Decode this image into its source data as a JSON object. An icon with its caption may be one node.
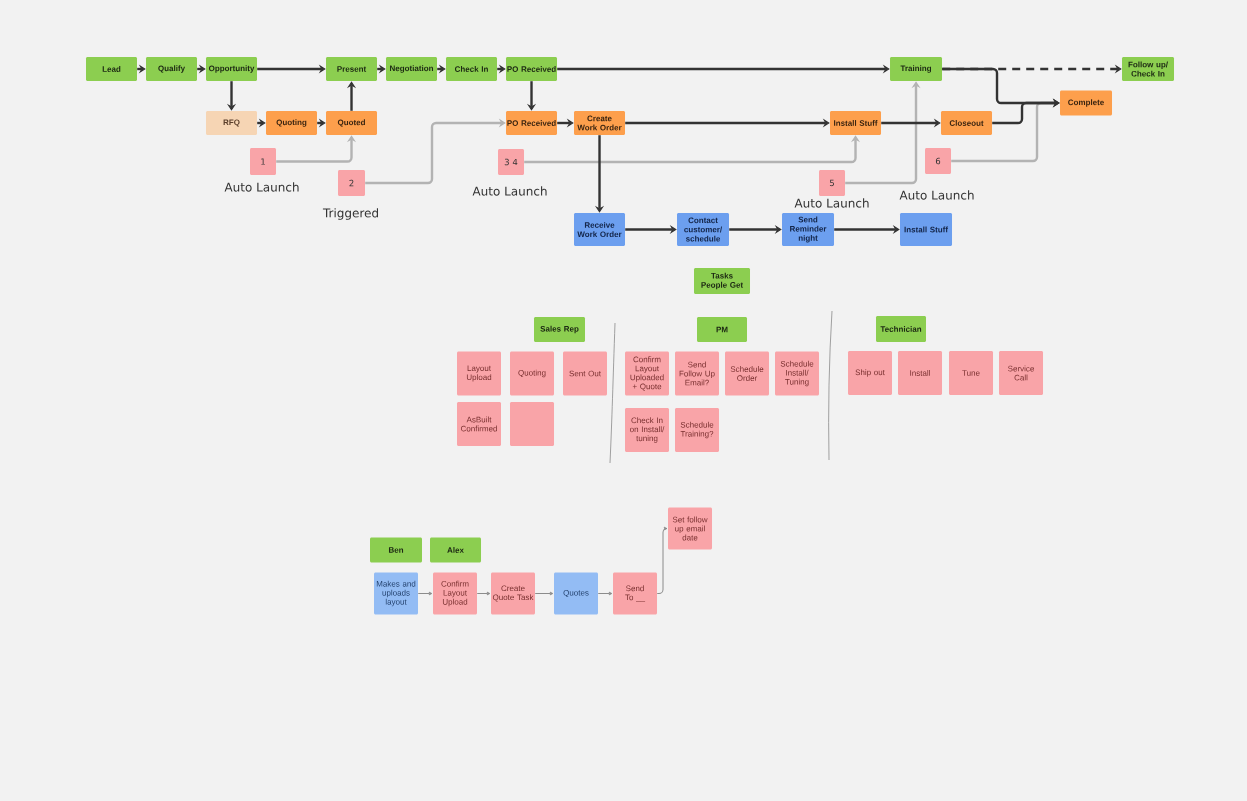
{
  "diagram": {
    "nodes": [
      {
        "text": [
          "Lead"
        ]
      },
      {
        "text": [
          "Qualify"
        ]
      },
      {
        "text": [
          "Opportunity"
        ]
      },
      {
        "text": [
          "Present"
        ]
      },
      {
        "text": [
          "Negotiation"
        ]
      },
      {
        "text": [
          "Check In"
        ]
      },
      {
        "text": [
          "PO Received"
        ]
      },
      {
        "text": [
          "Training"
        ]
      },
      {
        "text": [
          "Follow up/ Check In"
        ]
      },
      {
        "text": [
          "RFQ"
        ]
      },
      {
        "text": [
          "Quoting"
        ]
      },
      {
        "text": [
          "Quoted"
        ]
      },
      {
        "text": [
          "PO Received"
        ]
      },
      {
        "text": [
          "Create Work Order"
        ]
      },
      {
        "text": [
          "Install Stuff"
        ]
      },
      {
        "text": [
          "Closeout"
        ]
      },
      {
        "text": [
          "Complete"
        ]
      },
      {
        "text": [
          "1"
        ],
        "beside": [
          "Auto Launch"
        ]
      },
      {
        "text": [
          "2"
        ],
        "beside": [
          "Triggered"
        ]
      },
      {
        "text": [
          "3 4"
        ],
        "beside": [
          "Auto Launch"
        ]
      },
      {
        "text": [
          "5"
        ],
        "beside": [
          "Auto Launch"
        ]
      },
      {
        "text": [
          "6"
        ],
        "beside": [
          "Auto Launch"
        ]
      },
      {
        "text": [
          "Receive Work Order"
        ]
      },
      {
        "text": [
          "Contact customer/ schedule"
        ]
      },
      {
        "text": [
          "Send Reminder night"
        ]
      },
      {
        "text": [
          "Install Stuff"
        ]
      },
      {
        "text": [
          "Tasks People Get"
        ]
      },
      {
        "text": [
          "Sales Rep"
        ]
      },
      {
        "text": [
          "PM"
        ]
      },
      {
        "text": [
          "Technician"
        ]
      },
      {
        "text": [
          "Layout Upload"
        ]
      },
      {
        "text": [
          "Quoting"
        ]
      },
      {
        "text": [
          "Sent Out"
        ]
      },
      {
        "text": [
          "AsBuilt Confirmed"
        ]
      },
      {
        "text": [],
        "shape": "box"
      },
      {
        "text": [
          "Confirm Layout Uploaded + Quote"
        ]
      },
      {
        "text": [
          "Send Follow Up Email?"
        ]
      },
      {
        "text": [
          "Schedule Order"
        ]
      },
      {
        "text": [
          "Schedule Install/ Tuning"
        ]
      },
      {
        "text": [
          "Check In on Install/ tuning"
        ]
      },
      {
        "text": [
          "Schedule Training?"
        ]
      },
      {
        "text": [
          "Ship out"
        ]
      },
      {
        "text": [
          "Install"
        ]
      },
      {
        "text": [
          "Tune"
        ]
      },
      {
        "text": [
          "Service Call"
        ]
      },
      {
        "text": [
          "Ben"
        ]
      },
      {
        "text": [
          "Alex"
        ]
      },
      {
        "text": [
          "Makes and uploads layout"
        ]
      },
      {
        "text": [
          "Confirm Layout Upload"
        ]
      },
      {
        "text": [
          "Create Quote Task"
        ]
      },
      {
        "text": [
          "Quotes"
        ]
      },
      {
        "text": [
          "Send To __"
        ]
      },
      {
        "text": [
          "Set follow up email date"
        ]
      }
    ],
    "edges": [
      {
        "from": 0,
        "to": 1,
        "arrow": "to"
      },
      {
        "from": 1,
        "to": 2,
        "arrow": "to"
      },
      {
        "from": 2,
        "to": 3,
        "arrow": "to"
      },
      {
        "from": 3,
        "to": 4,
        "arrow": "to"
      },
      {
        "from": 4,
        "to": 5,
        "arrow": "to"
      },
      {
        "from": 5,
        "to": 6,
        "arrow": "to"
      },
      {
        "from": 6,
        "to": 7,
        "arrow": "to"
      },
      {
        "from": 7,
        "to": 8,
        "arrow": "to",
        "style": "dashed"
      },
      {
        "from": 7,
        "to": 16,
        "arrow": "to"
      },
      {
        "from": 2,
        "to": 9,
        "arrow": "to"
      },
      {
        "from": 9,
        "to": 10,
        "arrow": "to"
      },
      {
        "from": 10,
        "to": 11,
        "arrow": "to"
      },
      {
        "from": 11,
        "to": 3,
        "arrow": "to"
      },
      {
        "from": 6,
        "to": 12,
        "arrow": "to"
      },
      {
        "from": 12,
        "to": 13,
        "arrow": "to"
      },
      {
        "from": 13,
        "to": 14,
        "arrow": "to"
      },
      {
        "from": 14,
        "to": 15,
        "arrow": "to"
      },
      {
        "from": 15,
        "to": 16,
        "arrow": "to"
      },
      {
        "from": 13,
        "to": 22,
        "arrow": "to"
      },
      {
        "from": 22,
        "to": 23,
        "arrow": "to"
      },
      {
        "from": 23,
        "to": 24,
        "arrow": "to"
      },
      {
        "from": 24,
        "to": 25,
        "arrow": "to"
      },
      {
        "from": 17,
        "to": 11,
        "arrow": "to",
        "color": "#b3b3b3"
      },
      {
        "from": 18,
        "to": 12,
        "arrow": "to",
        "color": "#b3b3b3"
      },
      {
        "from": 19,
        "to": 14,
        "arrow": "to",
        "color": "#b3b3b3"
      },
      {
        "from": 20,
        "to": 7,
        "arrow": "to",
        "color": "#b3b3b3"
      },
      {
        "from": 21,
        "to": 16,
        "arrow": "to",
        "color": "#b3b3b3"
      },
      {
        "from": 47,
        "to": 48,
        "arrow": "to",
        "color": "#8c8c8c"
      },
      {
        "from": 48,
        "to": 49,
        "arrow": "to",
        "color": "#8c8c8c"
      },
      {
        "from": 49,
        "to": 50,
        "arrow": "to",
        "color": "#8c8c8c"
      },
      {
        "from": 50,
        "to": 51,
        "arrow": "to",
        "color": "#8c8c8c"
      },
      {
        "from": 51,
        "to": 52,
        "arrow": "to",
        "color": "#8c8c8c"
      }
    ]
  }
}
